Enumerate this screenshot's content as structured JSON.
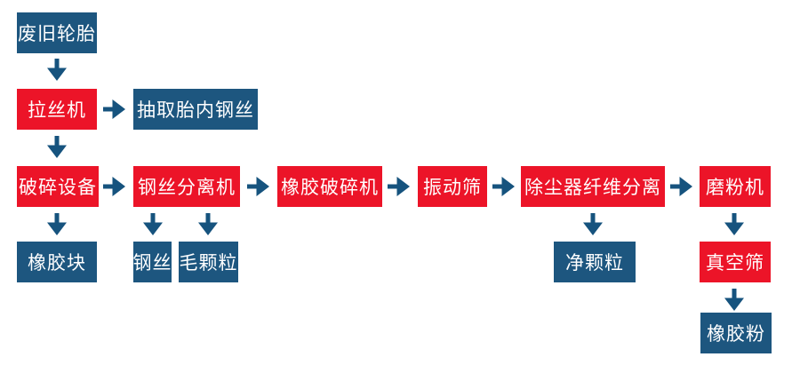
{
  "flowchart": {
    "colors": {
      "process_box": "#ec1428",
      "material_box": "#1d567f",
      "arrow": "#16537e",
      "text": "#ffffff",
      "background": "#ffffff"
    },
    "nodes": {
      "waste_tires": {
        "label": "废旧轮胎",
        "type": "material"
      },
      "wire_drawing_machine": {
        "label": "拉丝机",
        "type": "process"
      },
      "extract_inner_steel_wire": {
        "label": "抽取胎内钢丝",
        "type": "material"
      },
      "crushing_equipment": {
        "label": "破碎设备",
        "type": "process"
      },
      "steel_wire_separator": {
        "label": "钢丝分离机",
        "type": "process"
      },
      "rubber_crusher": {
        "label": "橡胶破碎机",
        "type": "process"
      },
      "vibrating_screen": {
        "label": "振动筛",
        "type": "process"
      },
      "dust_collector_fiber_separation": {
        "label": "除尘器纤维分离",
        "type": "process"
      },
      "grinding_machine": {
        "label": "磨粉机",
        "type": "process"
      },
      "rubber_block": {
        "label": "橡胶块",
        "type": "material"
      },
      "steel_wire": {
        "label": "钢丝",
        "type": "material"
      },
      "rough_granules": {
        "label": "毛颗粒",
        "type": "material"
      },
      "clean_granules": {
        "label": "净颗粒",
        "type": "material"
      },
      "vacuum_screen": {
        "label": "真空筛",
        "type": "process"
      },
      "rubber_powder": {
        "label": "橡胶粉",
        "type": "material"
      }
    },
    "edges": [
      {
        "from": "废旧轮胎",
        "to": "拉丝机",
        "direction": "down"
      },
      {
        "from": "拉丝机",
        "to": "抽取胎内钢丝",
        "direction": "right"
      },
      {
        "from": "拉丝机",
        "to": "破碎设备",
        "direction": "down"
      },
      {
        "from": "破碎设备",
        "to": "钢丝分离机",
        "direction": "right"
      },
      {
        "from": "破碎设备",
        "to": "橡胶块",
        "direction": "down"
      },
      {
        "from": "钢丝分离机",
        "to": "钢丝",
        "direction": "down"
      },
      {
        "from": "钢丝分离机",
        "to": "毛颗粒",
        "direction": "down"
      },
      {
        "from": "钢丝分离机",
        "to": "橡胶破碎机",
        "direction": "right"
      },
      {
        "from": "橡胶破碎机",
        "to": "振动筛",
        "direction": "right"
      },
      {
        "from": "振动筛",
        "to": "除尘器纤维分离",
        "direction": "right"
      },
      {
        "from": "除尘器纤维分离",
        "to": "净颗粒",
        "direction": "down"
      },
      {
        "from": "除尘器纤维分离",
        "to": "磨粉机",
        "direction": "right"
      },
      {
        "from": "磨粉机",
        "to": "真空筛",
        "direction": "down"
      },
      {
        "from": "真空筛",
        "to": "橡胶粉",
        "direction": "down"
      }
    ]
  }
}
